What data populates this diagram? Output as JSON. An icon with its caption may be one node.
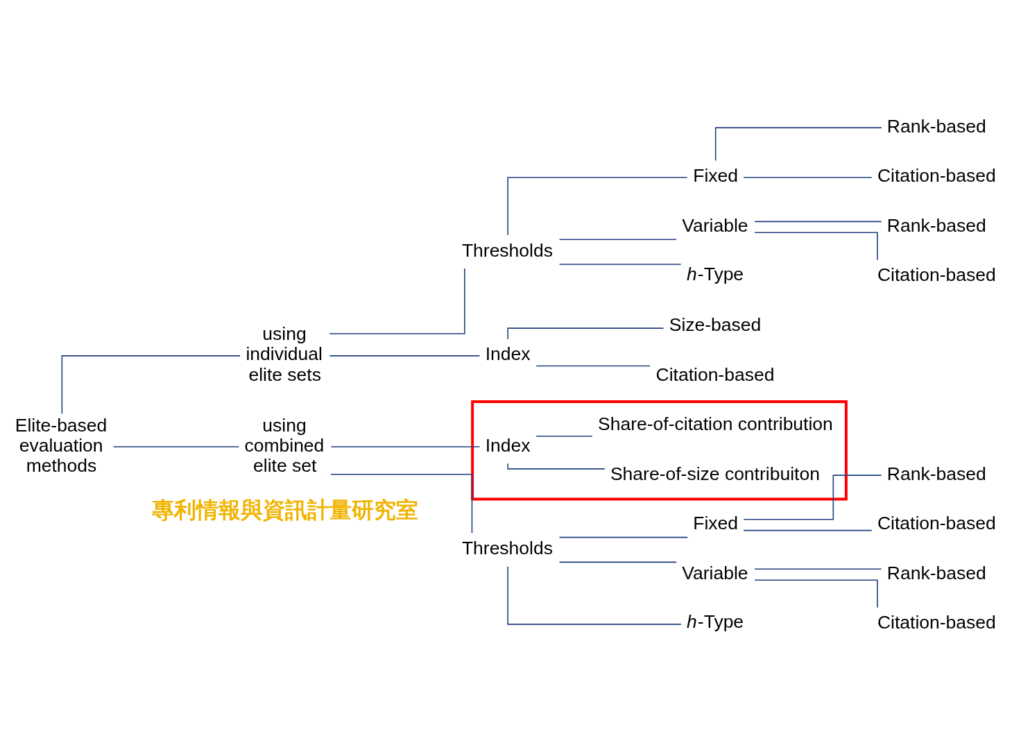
{
  "diagram": {
    "nodes": [
      {
        "text": [
          "Elite-based evaluation methods"
        ]
      },
      {
        "text": [
          "using individual elite sets"
        ]
      },
      {
        "text": [
          "Thresholds"
        ]
      },
      {
        "text": [
          "Fixed"
        ]
      },
      {
        "text": [
          "Rank-based"
        ]
      },
      {
        "text": [
          "Citation-based"
        ]
      },
      {
        "text": [
          "Variable"
        ]
      },
      {
        "text": [
          "Rank-based"
        ]
      },
      {
        "text": [
          "Citation-based"
        ]
      },
      {
        "text": [
          "*h*-Type"
        ]
      },
      {
        "text": [
          "Index"
        ]
      },
      {
        "text": [
          "Size-based"
        ]
      },
      {
        "text": [
          "Citation-based"
        ]
      },
      {
        "text": [
          "using combined elite set"
        ]
      },
      {
        "text": [
          "Thresholds"
        ]
      },
      {
        "text": [
          "Fixed"
        ]
      },
      {
        "text": [
          "Rank-based"
        ]
      },
      {
        "text": [
          "Citation-based"
        ]
      },
      {
        "text": [
          "Variable"
        ]
      },
      {
        "text": [
          "Rank-based"
        ]
      },
      {
        "text": [
          "Citation-based"
        ]
      },
      {
        "text": [
          "*h*-Type"
        ]
      },
      {
        "text": [],
        "shape": "box"
      },
      {
        "text": [
          "Index"
        ],
        "in": 22
      },
      {
        "text": [
          "Share-of-size contribuiton"
        ],
        "in": 22
      },
      {
        "text": [
          "Share-of-citation contribution"
        ],
        "in": 22
      }
    ],
    "edges": [
      {
        "from": 0,
        "to": 1,
        "arrow": "none"
      },
      {
        "from": 0,
        "to": 13,
        "arrow": "none"
      },
      {
        "from": 1,
        "to": 2,
        "arrow": "none"
      },
      {
        "from": 1,
        "to": 10,
        "arrow": "none"
      },
      {
        "from": 2,
        "to": 3,
        "arrow": "none"
      },
      {
        "from": 2,
        "to": 6,
        "arrow": "none"
      },
      {
        "from": 2,
        "to": 9,
        "arrow": "none"
      },
      {
        "from": 3,
        "to": 4,
        "arrow": "none"
      },
      {
        "from": 3,
        "to": 5,
        "arrow": "none"
      },
      {
        "from": 6,
        "to": 7,
        "arrow": "none"
      },
      {
        "from": 6,
        "to": 8,
        "arrow": "none"
      },
      {
        "from": 10,
        "to": 11,
        "arrow": "none"
      },
      {
        "from": 10,
        "to": 12,
        "arrow": "none"
      },
      {
        "from": 13,
        "to": 14,
        "arrow": "none"
      },
      {
        "from": 13,
        "to": 23,
        "arrow": "none"
      },
      {
        "from": 14,
        "to": 15,
        "arrow": "none"
      },
      {
        "from": 14,
        "to": 18,
        "arrow": "none"
      },
      {
        "from": 14,
        "to": 21,
        "arrow": "none"
      },
      {
        "from": 15,
        "to": 16,
        "arrow": "none"
      },
      {
        "from": 15,
        "to": 17,
        "arrow": "none"
      },
      {
        "from": 18,
        "to": 19,
        "arrow": "none"
      },
      {
        "from": 18,
        "to": 20,
        "arrow": "none"
      },
      {
        "from": 23,
        "to": 24,
        "arrow": "none"
      },
      {
        "from": 23,
        "to": 25,
        "arrow": "none"
      }
    ],
    "labels": [
      "專利情報與資訊計量研究室"
    ]
  }
}
